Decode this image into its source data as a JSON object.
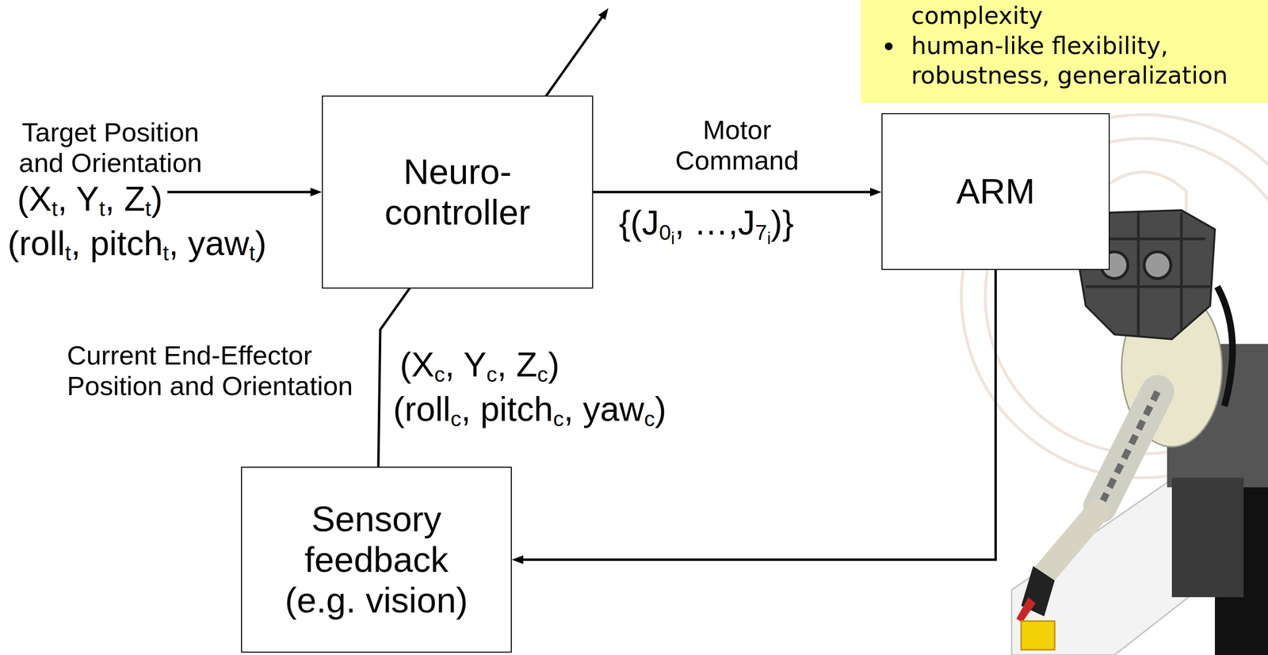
{
  "diagram": {
    "nodes": [
      {
        "text": [
          "complexity",
          "human-like flexibility, robustness, generalization"
        ]
      },
      {
        "text": [
          "Neuro- controller"
        ]
      },
      {
        "text": [
          "ARM"
        ]
      },
      {
        "text": [
          "Sensory feedback (e.g. vision)"
        ]
      }
    ],
    "edges": [
      {
        "from": 1,
        "to": 2,
        "arrow": "to",
        "label": "Motor Command"
      },
      {
        "from": 2,
        "to": 3,
        "arrow": "to"
      }
    ],
    "labels": [
      "Target Position and Orientation",
      "(Xt, Yt, Zt)",
      "(rollt, pitcht, yawt)",
      "{(J0i, …,J7i)}",
      "Current End-Effector Position and Orientation",
      "(Xc, Yc, Zc)",
      "(rollc, pitchc, yawc)"
    ]
  }
}
